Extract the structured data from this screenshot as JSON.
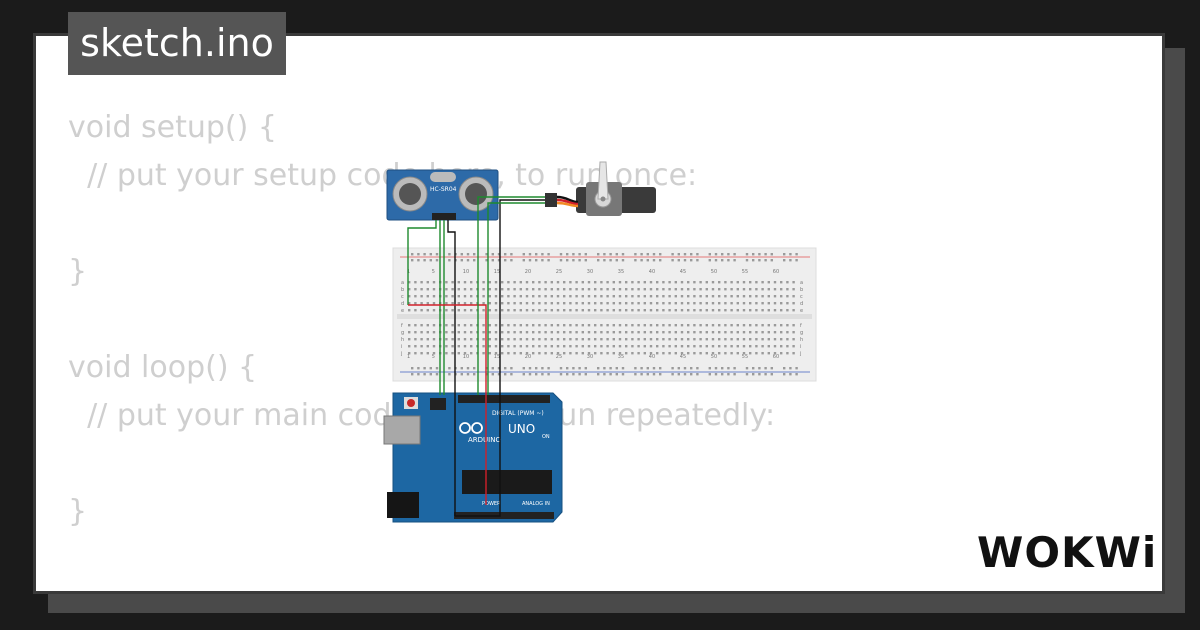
{
  "card": {
    "title": "sketch.ino",
    "code_lines": [
      "void setup() {",
      "  // put your setup code here, to run once:",
      "",
      "}",
      "",
      "void loop() {",
      "  // put your main code here, to run repeatedly:",
      "",
      "}"
    ]
  },
  "circuit": {
    "sensor_label": "HC-SR04",
    "board_brand": "ARDUINO",
    "board_model": "UNO",
    "digital_header": "DIGITAL (PWM ~)",
    "power_header": "POWER",
    "analog_header": "ANALOG IN",
    "on_led": "ON",
    "breadboard_col_labels": [
      "1",
      "5",
      "10",
      "15",
      "20",
      "25",
      "30",
      "35",
      "40",
      "45",
      "50",
      "55",
      "60"
    ],
    "breadboard_row_labels_top": [
      "a",
      "b",
      "c",
      "d",
      "e"
    ],
    "breadboard_row_labels_bottom": [
      "f",
      "g",
      "h",
      "i",
      "j"
    ],
    "wire_colors": {
      "green": "#1e8a2e",
      "red": "#d0202a",
      "black": "#111111",
      "orange": "#f28b24"
    }
  },
  "brand": {
    "logo_text": "WOKWi"
  }
}
